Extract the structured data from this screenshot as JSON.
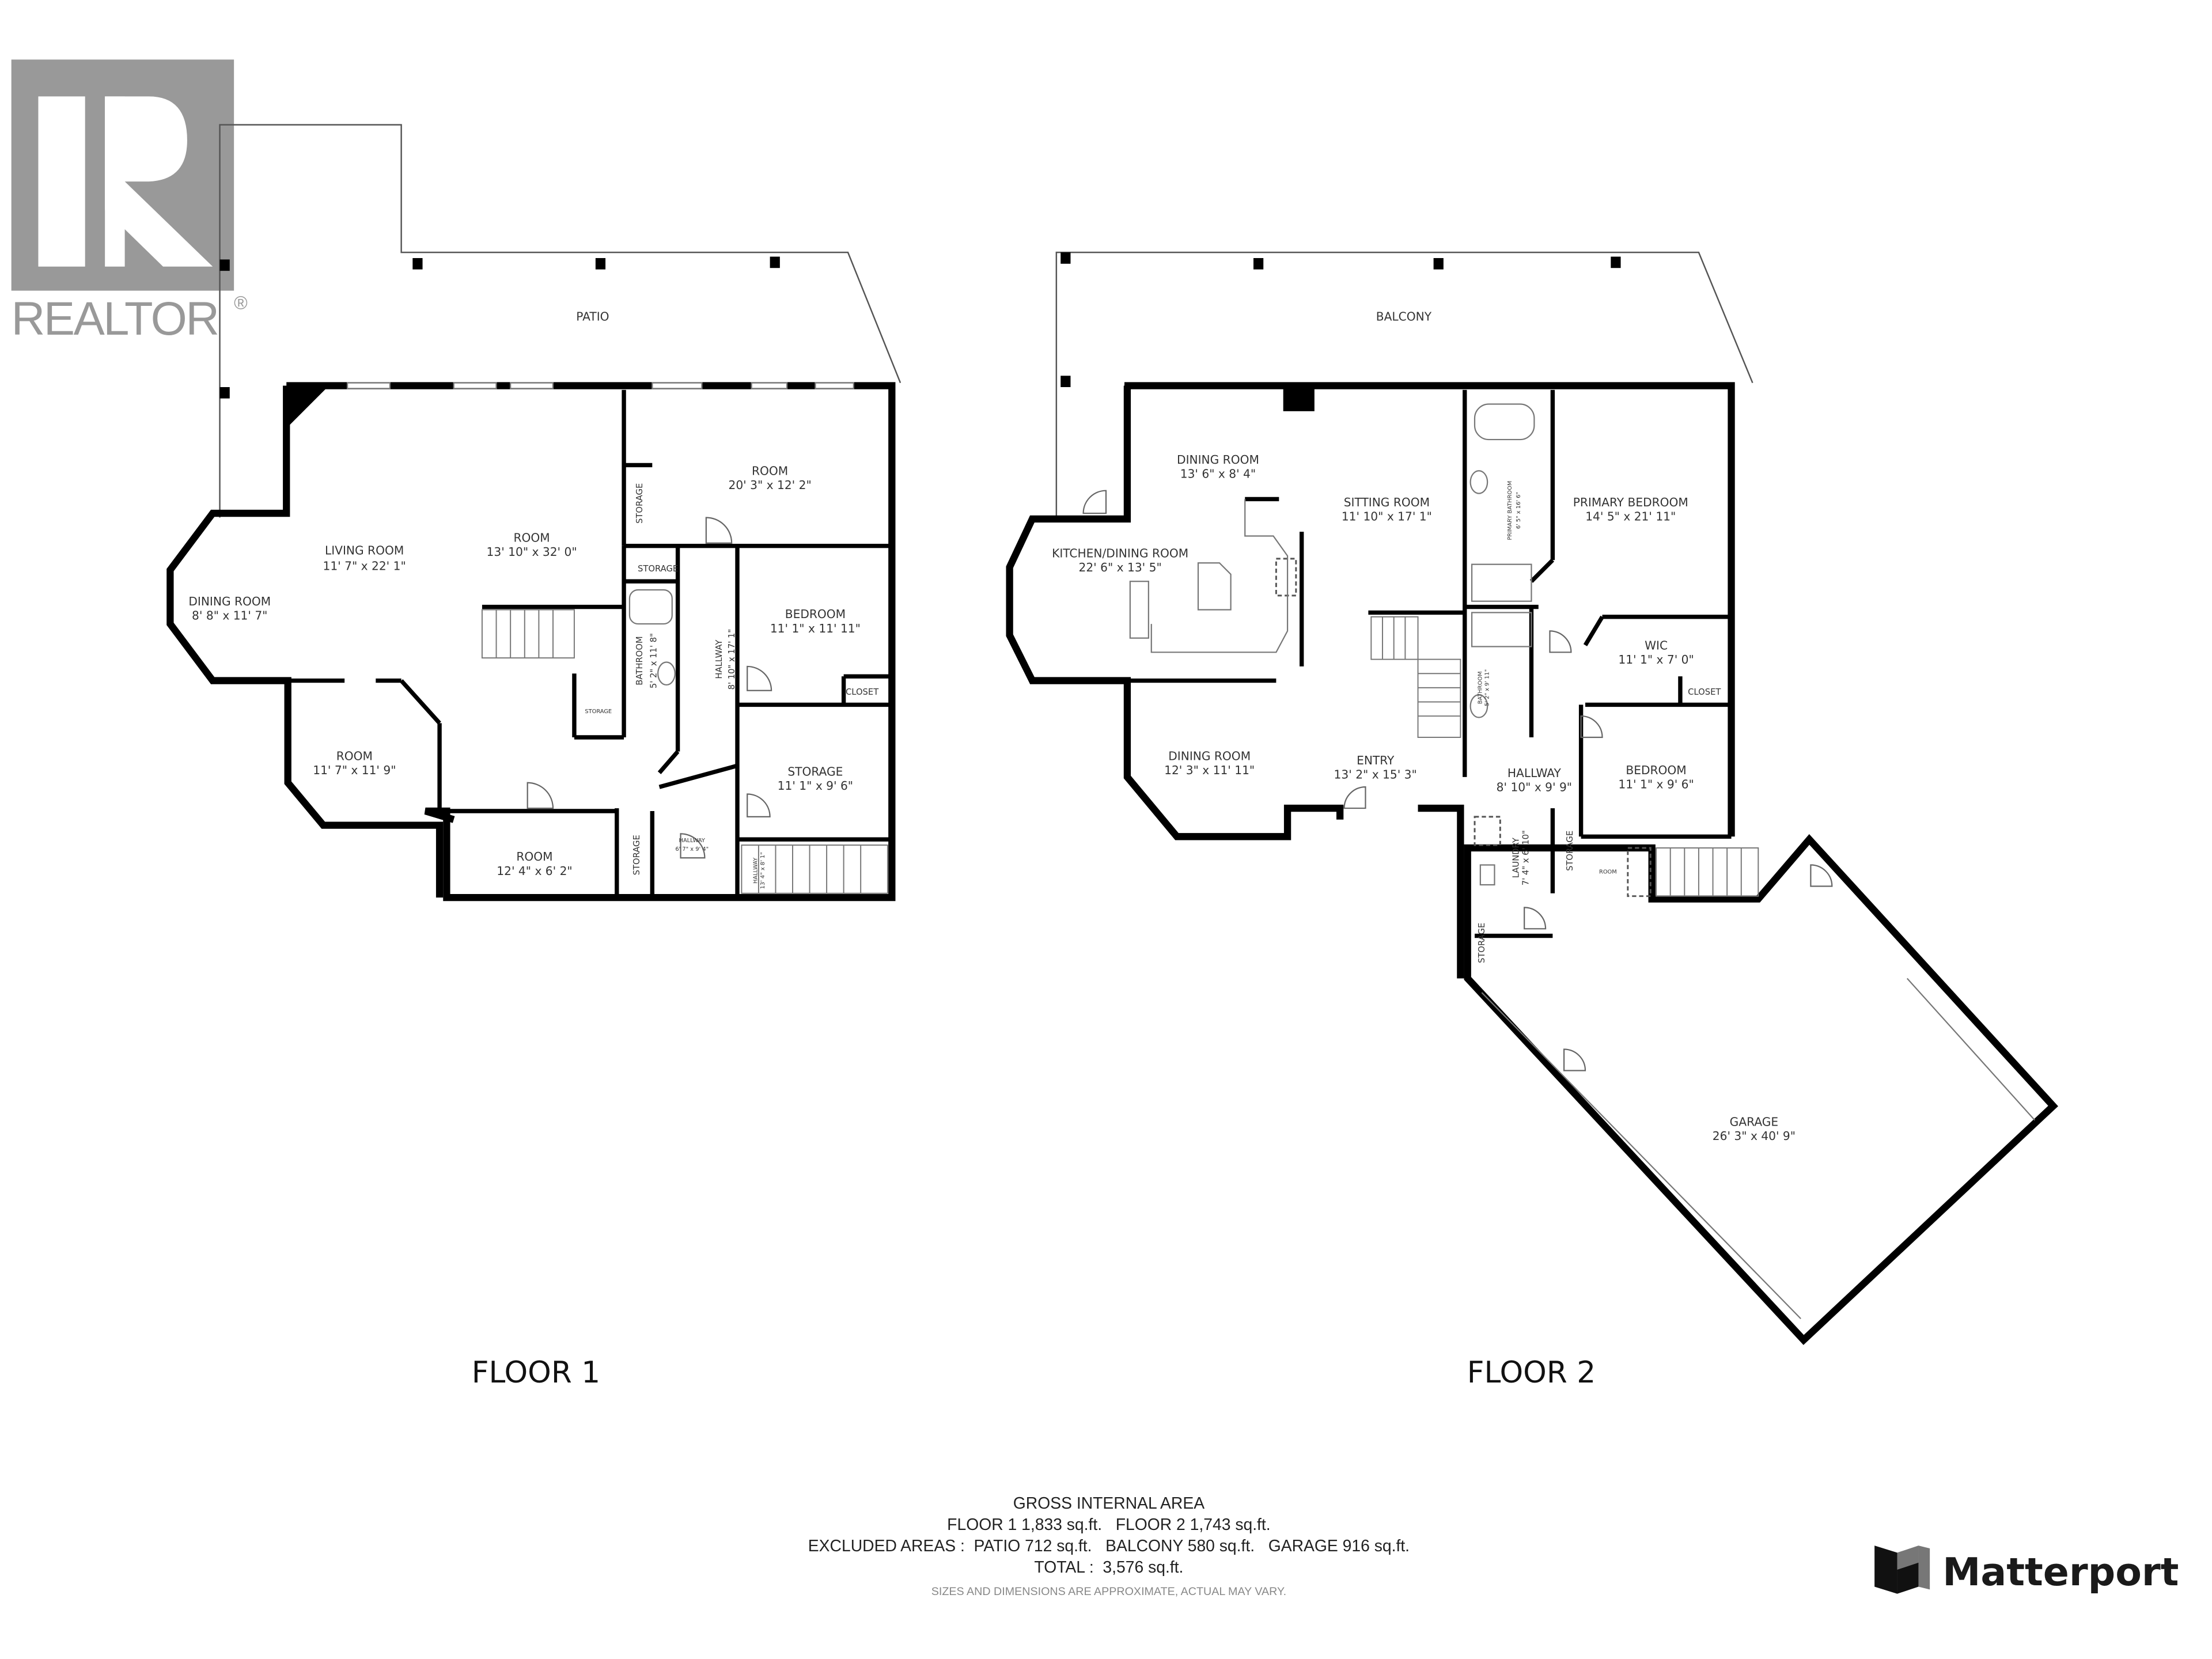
{
  "branding": {
    "realtor_wordmark": "REALTOR",
    "realtor_registered": "®",
    "realtor_logo_icon": "realtor-r-logo",
    "matterport_wordmark": "Matterport",
    "matterport_logo_icon": "matterport-m-logo"
  },
  "floors": [
    {
      "title": "FLOOR 1",
      "rooms": [
        {
          "name": "PATIO",
          "dims": ""
        },
        {
          "name": "LIVING ROOM",
          "dims": "11' 7\" x 22' 1\""
        },
        {
          "name": "ROOM",
          "dims": "13' 10\" x 32' 0\""
        },
        {
          "name": "ROOM",
          "dims": "20' 3\" x 12' 2\""
        },
        {
          "name": "DINING ROOM",
          "dims": "8' 8\" x 11' 7\""
        },
        {
          "name": "STORAGE",
          "dims": ""
        },
        {
          "name": "STORAGE",
          "dims": ""
        },
        {
          "name": "BEDROOM",
          "dims": "11' 1\" x 11' 11\""
        },
        {
          "name": "BATHROOM",
          "dims": "5' 2\" x 11' 8\""
        },
        {
          "name": "HALLWAY",
          "dims": "8' 10\" x 17' 1\""
        },
        {
          "name": "CLOSET",
          "dims": ""
        },
        {
          "name": "STORAGE",
          "dims": ""
        },
        {
          "name": "ROOM",
          "dims": "11' 7\" x 11' 9\""
        },
        {
          "name": "STORAGE",
          "dims": "11' 1\" x 9' 6\""
        },
        {
          "name": "ROOM",
          "dims": "12' 4\" x 6' 2\""
        },
        {
          "name": "STORAGE",
          "dims": ""
        },
        {
          "name": "HALLWAY",
          "dims": "6' 7\" x 9' 4\""
        },
        {
          "name": "HALLWAY",
          "dims": "13' 4\" x 8' 1\""
        }
      ]
    },
    {
      "title": "FLOOR 2",
      "rooms": [
        {
          "name": "BALCONY",
          "dims": ""
        },
        {
          "name": "DINING ROOM",
          "dims": "13' 6\" x 8' 4\""
        },
        {
          "name": "SITTING ROOM",
          "dims": "11' 10\" x 17' 1\""
        },
        {
          "name": "KITCHEN/DINING ROOM",
          "dims": "22' 6\" x 13' 5\""
        },
        {
          "name": "PRIMARY BATHROOM",
          "dims": "6' 5\" x 16' 6\""
        },
        {
          "name": "PRIMARY BEDROOM",
          "dims": "14' 5\" x 21' 11\""
        },
        {
          "name": "WIC",
          "dims": "11' 1\" x 7' 0\""
        },
        {
          "name": "BATHROOM",
          "dims": "5' 2\" x 9' 11\""
        },
        {
          "name": "CLOSET",
          "dims": ""
        },
        {
          "name": "DINING ROOM",
          "dims": "12' 3\" x 11' 11\""
        },
        {
          "name": "ENTRY",
          "dims": "13' 2\" x 15' 3\""
        },
        {
          "name": "HALLWAY",
          "dims": "8' 10\" x 9' 9\""
        },
        {
          "name": "BEDROOM",
          "dims": "11' 1\" x 9' 6\""
        },
        {
          "name": "LAUNDRY",
          "dims": "7' 4\" x 6' 10\""
        },
        {
          "name": "STORAGE",
          "dims": ""
        },
        {
          "name": "ROOM",
          "dims": ""
        },
        {
          "name": "STORAGE",
          "dims": ""
        },
        {
          "name": "GARAGE",
          "dims": "26' 3\" x 40' 9\""
        }
      ]
    }
  ],
  "summary": {
    "heading": "GROSS INTERNAL AREA",
    "floors_line": "FLOOR 1 1,833 sq.ft.   FLOOR 2 1,743 sq.ft.",
    "excluded_line": "EXCLUDED AREAS :  PATIO 712 sq.ft.   BALCONY 580 sq.ft.   GARAGE 916 sq.ft.",
    "total_line": "TOTAL :  3,576 sq.ft.",
    "disclaimer": "SIZES AND DIMENSIONS ARE APPROXIMATE, ACTUAL MAY VARY."
  },
  "areas": {
    "floor_1_sqft": 1833,
    "floor_2_sqft": 1743,
    "patio_sqft": 712,
    "balcony_sqft": 580,
    "garage_sqft": 916,
    "total_sqft": 3576
  }
}
